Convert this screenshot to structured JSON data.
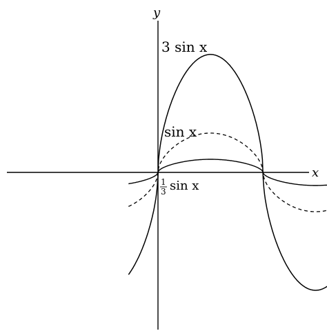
{
  "chart_data": {
    "type": "line",
    "x_label": "x",
    "y_label": "y",
    "xlim": [
      -0.6,
      6.7
    ],
    "ylim": [
      -4.8,
      6.2
    ],
    "grid": false,
    "legend": "none",
    "series": [
      {
        "name": "3 sin x",
        "label_text": "3 sin x",
        "stroke": "#000000",
        "dash": "solid",
        "amplitude": 3
      },
      {
        "name": "sin x",
        "label_text": "sin x",
        "stroke": "#000000",
        "dash": "dashed",
        "amplitude": 1
      },
      {
        "name": "1/3 sin x",
        "label_prefix_num": "1",
        "label_prefix_den": "3",
        "label_text": "sin x",
        "stroke": "#000000",
        "dash": "solid",
        "amplitude": 0.333
      }
    ]
  }
}
